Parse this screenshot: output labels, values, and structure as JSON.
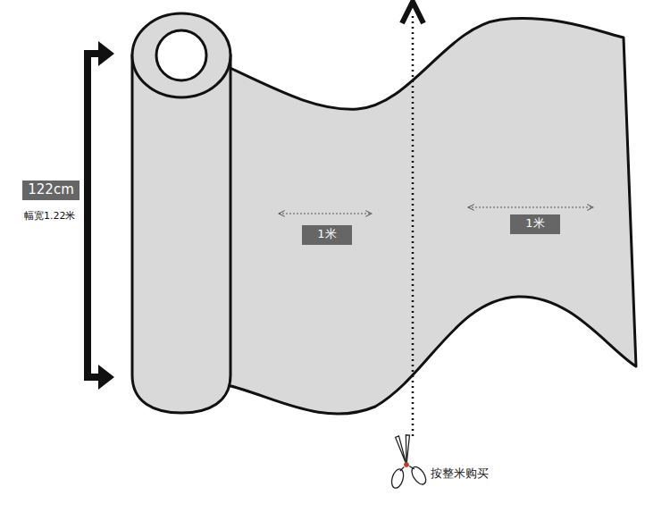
{
  "diagram": {
    "nodes": [
      {
        "text": [
          "122cm"
        ]
      },
      {
        "text": [
          "1米"
        ]
      },
      {
        "text": [
          "1米"
        ]
      }
    ],
    "labels": [
      "幅宽1.22米",
      "按整米购买"
    ]
  }
}
